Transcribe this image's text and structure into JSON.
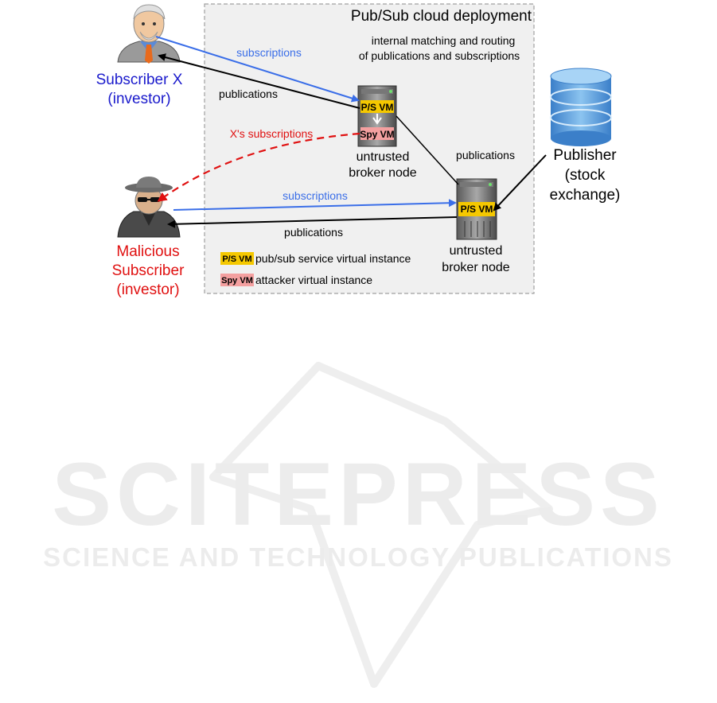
{
  "cloud": {
    "title": "Pub/Sub cloud deployment",
    "note_line1": "internal matching and routing",
    "note_line2": "of publications and subscriptions"
  },
  "subscriber_x": {
    "line1": "Subscriber X",
    "line2": "(investor)"
  },
  "malicious": {
    "line1": "Malicious",
    "line2": "Subscriber",
    "line3": "(investor)"
  },
  "publisher": {
    "line1": "Publisher",
    "line2": "(stock",
    "line3": "exchange)"
  },
  "broker1": {
    "line1": "untrusted",
    "line2": "broker node",
    "ps_badge": "P/S VM",
    "spy_badge": "Spy VM"
  },
  "broker2": {
    "line1": "untrusted",
    "line2": "broker node",
    "ps_badge": "P/S VM"
  },
  "arrows": {
    "subscriptions_x": "subscriptions",
    "publications_x": "publications",
    "x_subscriptions_leak": "X's subscriptions",
    "publications_inter": "publications",
    "subscriptions_mal": "subscriptions",
    "publications_mal": "publications"
  },
  "legend": {
    "ps_badge": "P/S VM",
    "ps_text": "pub/sub service virtual instance",
    "spy_badge": "Spy VM",
    "spy_text": "attacker virtual instance"
  },
  "watermark": {
    "big": "SCITEPRESS",
    "small": "SCIENCE AND TECHNOLOGY PUBLICATIONS"
  },
  "colors": {
    "subscriber_blue": "#1a1acc",
    "malicious_red": "#e01010",
    "arrow_blue": "#3a6ee8",
    "ps_yellow": "#f5c800",
    "spy_pink": "#f4a0a0"
  }
}
